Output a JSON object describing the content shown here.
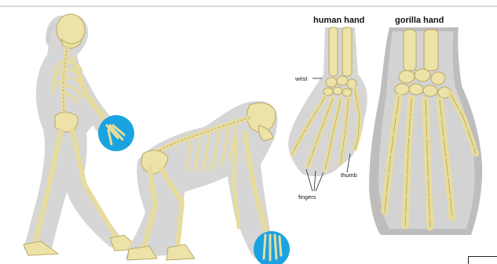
{
  "image": {
    "labels": {
      "human_hand_title": "human hand",
      "gorilla_hand_title": "gorilla hand",
      "wrist": "wrist",
      "thumb": "thumb",
      "fingers": "fingers"
    },
    "colors": {
      "background": "#ffffff",
      "silhouette": "#d6d6d6",
      "bone": "#ede2a8",
      "bone_outline": "#b9aa63",
      "highlight_circle": "#1aa3e0",
      "gorilla_fur": "#bdbdbd"
    },
    "subjects": [
      "human-skeleton-walking",
      "gorilla-skeleton-knuckle-walking",
      "human-hand-bones",
      "gorilla-hand-bones"
    ]
  }
}
